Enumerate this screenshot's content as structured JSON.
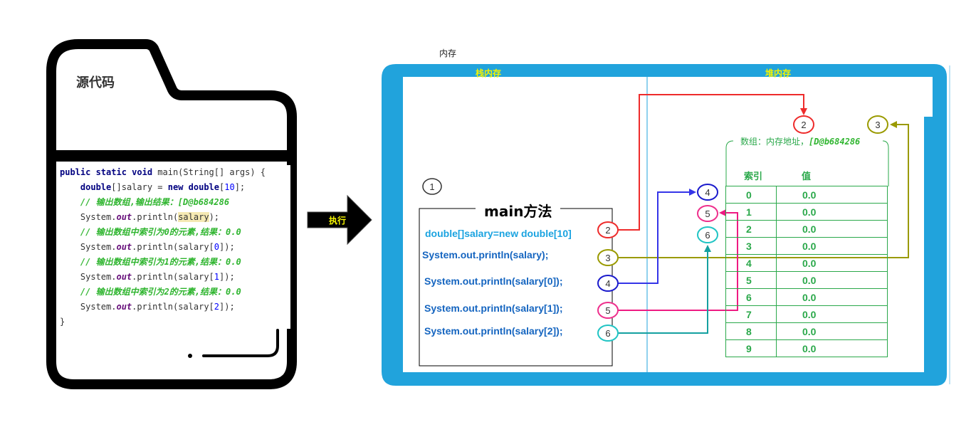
{
  "source_panel": {
    "title": "源代码",
    "code_lines": [
      [
        {
          "t": "public static void ",
          "c": "kw"
        },
        {
          "t": "main(String[] args) {",
          "c": "plain"
        }
      ],
      [
        {
          "t": "    ",
          "c": "plain"
        },
        {
          "t": "double",
          "c": "kw"
        },
        {
          "t": "[]salary = ",
          "c": "plain"
        },
        {
          "t": "new double",
          "c": "kw"
        },
        {
          "t": "[",
          "c": "plain"
        },
        {
          "t": "10",
          "c": "num"
        },
        {
          "t": "];",
          "c": "plain"
        }
      ],
      [
        {
          "t": "    // 输出数组,输出结果：[D@b684286",
          "c": "cm"
        }
      ],
      [
        {
          "t": "    System.",
          "c": "plain"
        },
        {
          "t": "out",
          "c": "it"
        },
        {
          "t": ".println(",
          "c": "plain"
        },
        {
          "t": "salary",
          "c": "hl plain"
        },
        {
          "t": ");",
          "c": "plain"
        }
      ],
      [
        {
          "t": "    // 输出数组中索引为0的元素,结果：0.0",
          "c": "cm"
        }
      ],
      [
        {
          "t": "    System.",
          "c": "plain"
        },
        {
          "t": "out",
          "c": "it"
        },
        {
          "t": ".println(salary[",
          "c": "plain"
        },
        {
          "t": "0",
          "c": "num"
        },
        {
          "t": "]);",
          "c": "plain"
        }
      ],
      [
        {
          "t": "    // 输出数组中索引为1的元素,结果：0.0",
          "c": "cm"
        }
      ],
      [
        {
          "t": "    System.",
          "c": "plain"
        },
        {
          "t": "out",
          "c": "it"
        },
        {
          "t": ".println(salary[",
          "c": "plain"
        },
        {
          "t": "1",
          "c": "num"
        },
        {
          "t": "]);",
          "c": "plain"
        }
      ],
      [
        {
          "t": "    // 输出数组中索引为2的元素,结果：0.0",
          "c": "cm"
        }
      ],
      [
        {
          "t": "    System.",
          "c": "plain"
        },
        {
          "t": "out",
          "c": "it"
        },
        {
          "t": ".println(salary[",
          "c": "plain"
        },
        {
          "t": "2",
          "c": "num"
        },
        {
          "t": "]);",
          "c": "plain"
        }
      ],
      [
        {
          "t": "}",
          "c": "plain"
        }
      ]
    ]
  },
  "execute_arrow": {
    "label": "执行"
  },
  "memory": {
    "title": "内存",
    "stack_title": "栈内存",
    "heap_title": "堆内存",
    "frame_marker": "1",
    "main_method": {
      "title": "main方法",
      "statements": [
        {
          "text": "double[]salary=new double[10]",
          "marker": "2"
        },
        {
          "text": "System.out.println(salary);",
          "marker": "3"
        },
        {
          "text": "System.out.println(salary[0]);",
          "marker": "4"
        },
        {
          "text": "System.out.println(salary[1]);",
          "marker": "5"
        },
        {
          "text": "System.out.println(salary[2]);",
          "marker": "6"
        }
      ]
    },
    "array": {
      "title_prefix": "数组：内存地址，",
      "address": "[D@b684286",
      "header_index": "索引",
      "header_value": "值",
      "rows": [
        {
          "index": "0",
          "value": "0.0"
        },
        {
          "index": "1",
          "value": "0.0"
        },
        {
          "index": "2",
          "value": "0.0"
        },
        {
          "index": "3",
          "value": "0.0"
        },
        {
          "index": "4",
          "value": "0.0"
        },
        {
          "index": "5",
          "value": "0.0"
        },
        {
          "index": "6",
          "value": "0.0"
        },
        {
          "index": "7",
          "value": "0.0"
        },
        {
          "index": "8",
          "value": "0.0"
        },
        {
          "index": "9",
          "value": "0.0"
        }
      ]
    },
    "heap_markers": [
      "2",
      "3",
      "4",
      "5",
      "6"
    ]
  },
  "colors": {
    "memory_frame": "#21a3dc",
    "marker_1": "#333333",
    "marker_2": "#ee2b2b",
    "marker_3": "#9a9a00",
    "marker_4": "#1a1acc",
    "marker_5": "#ee2f8c",
    "marker_6": "#20c4c4",
    "array_green": "#2aa84a",
    "label_yellow": "#f3f300"
  }
}
